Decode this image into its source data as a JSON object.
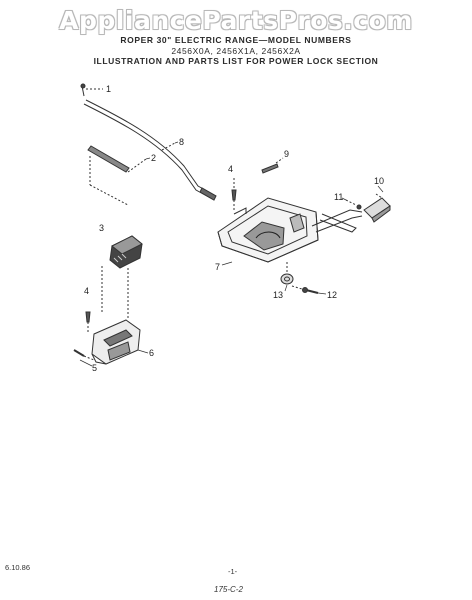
{
  "watermark": "AppliancePartsPros.com",
  "header": {
    "line1": "ROPER 30\" ELECTRIC RANGE—MODEL NUMBERS",
    "line2": "2456X0A, 2456X1A, 2456X2A",
    "line3": "ILLUSTRATION AND PARTS LIST FOR POWER LOCK SECTION"
  },
  "callouts": [
    "1",
    "2",
    "3",
    "4",
    "4",
    "5",
    "6",
    "7",
    "8",
    "9",
    "10",
    "11",
    "12",
    "13"
  ],
  "footer": {
    "date": "6.10.86",
    "page": "-1-",
    "code": "175-C-2"
  }
}
